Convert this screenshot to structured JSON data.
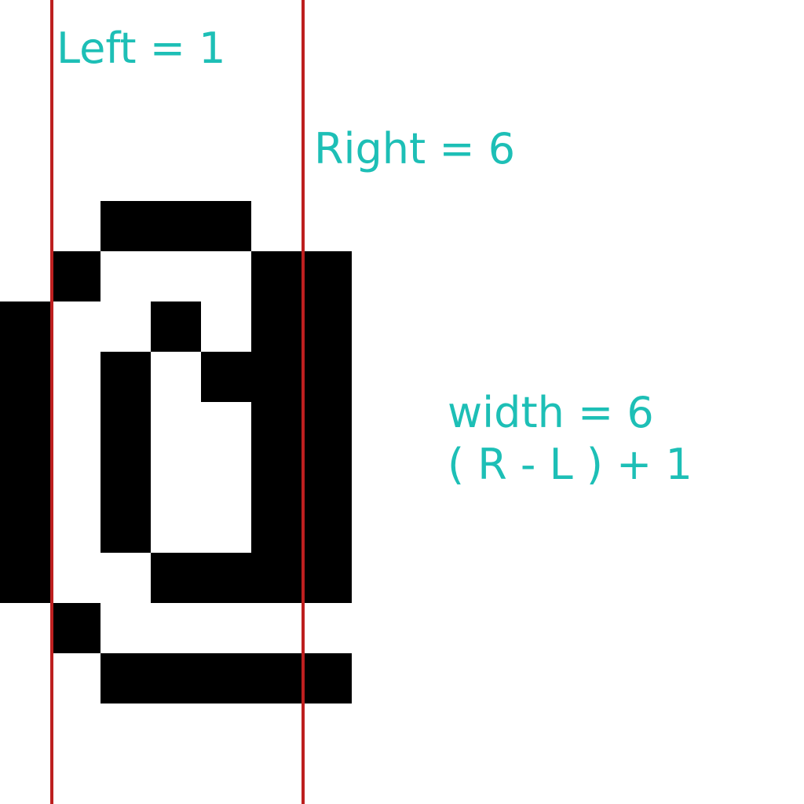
{
  "labels": {
    "left": "Left = 1",
    "right": "Right = 6",
    "width": "width = 6",
    "formula": "( R - L ) + 1"
  },
  "glyph": {
    "fill_color": "#000000",
    "rows": [
      "..XXX..",
      ".X...XX",
      "X..X.XX",
      "X.X.XXX",
      "X.X..XX",
      "X.X..XX",
      "X.X..XX",
      "X..XXXX",
      ".X.....",
      "..XXXXX"
    ]
  },
  "boundaries": {
    "color": "#bd1f1f",
    "left_column": 1,
    "right_column": 6
  }
}
